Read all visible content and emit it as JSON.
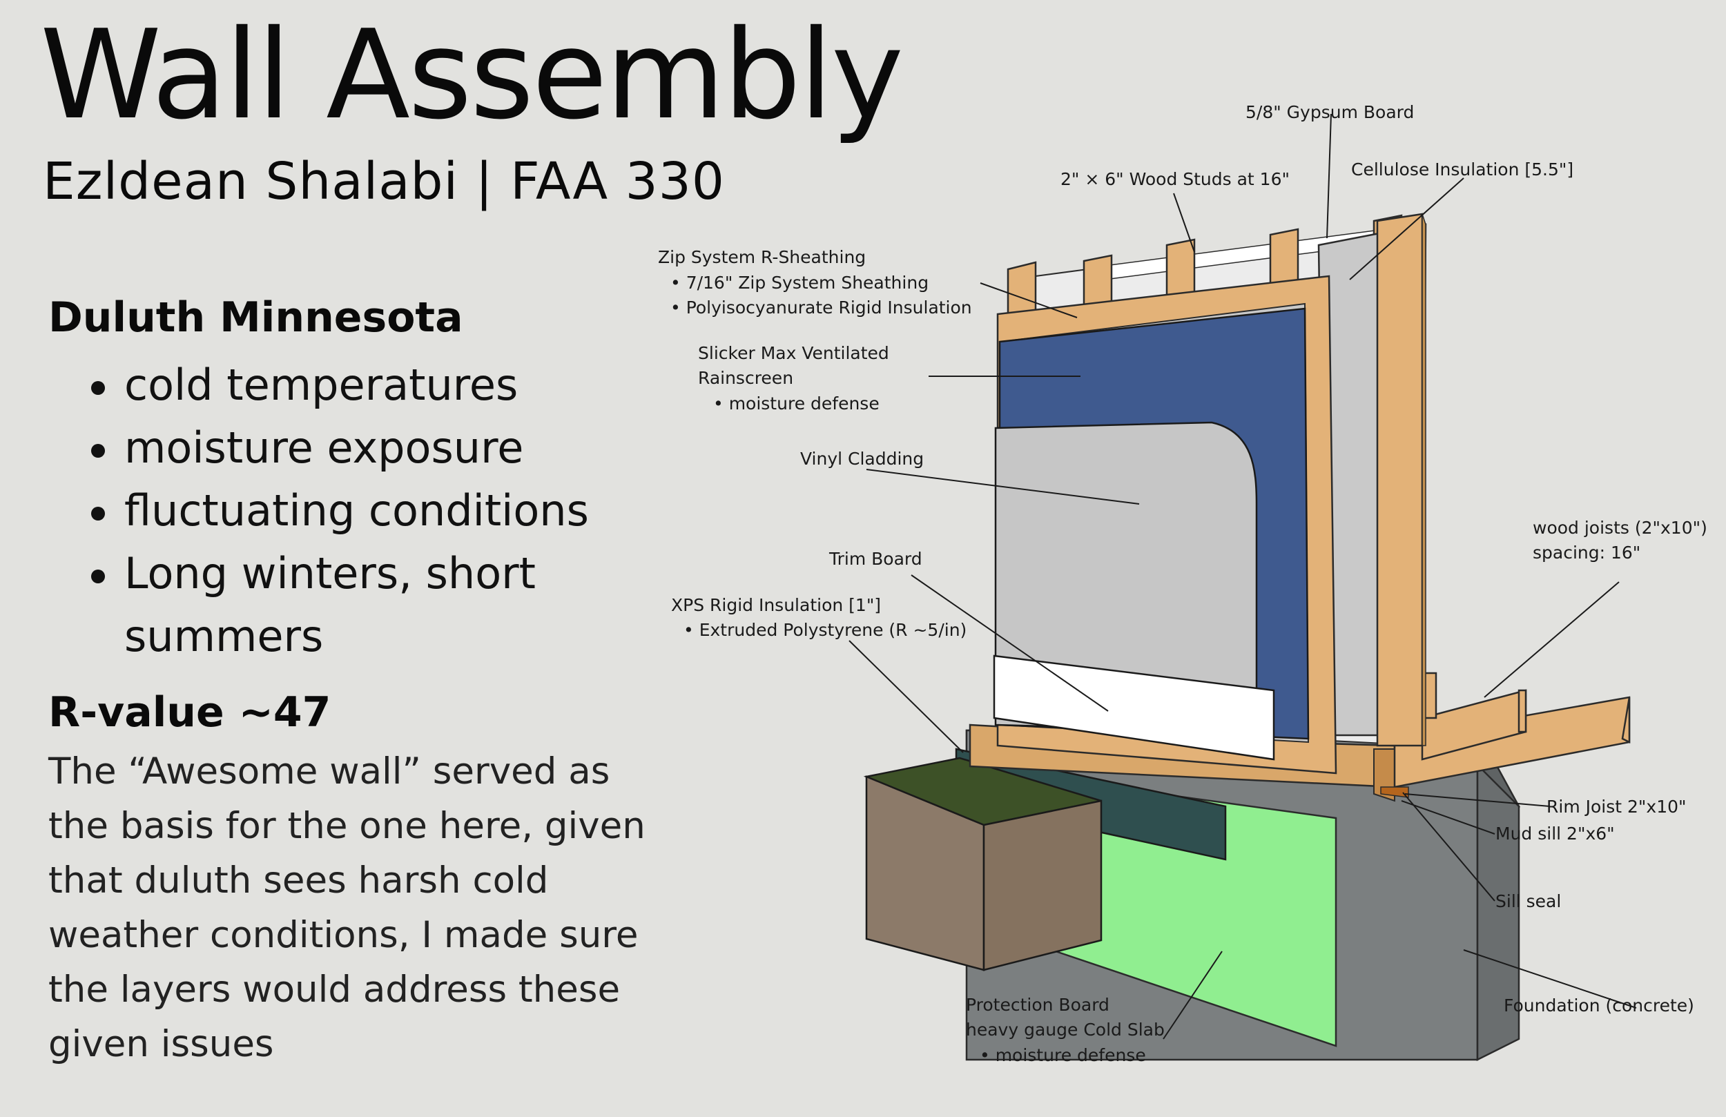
{
  "header": {
    "title": "Wall Assembly",
    "subtitle": "Ezldean Shalabi | FAA 330"
  },
  "context": {
    "location": "Duluth Minnesota",
    "conditions": [
      "cold temperatures",
      "moisture exposure",
      "fluctuating conditions",
      "Long winters, short summers"
    ],
    "rvalue": "R-value ~47",
    "description": "The “Awesome wall” served as the basis for the one here, given that duluth sees harsh cold weather conditions, I made sure the layers would address these given issues"
  },
  "diagram": {
    "labels": {
      "gypsum": "5/8\" Gypsum Board",
      "cellulose": "Cellulose Insulation [5.5\"]",
      "studs": "2\" × 6\" Wood Studs at 16\"",
      "zip_title": "Zip System R-Sheathing",
      "zip_item1": "•  7/16\" Zip System Sheathing",
      "zip_item2": "•  Polyisocyanurate Rigid Insulation",
      "slicker_line1": "Slicker Max Ventilated",
      "slicker_line2": "Rainscreen",
      "slicker_item": "•  moisture defense",
      "vinyl": "Vinyl Cladding",
      "trim": "Trim Board",
      "xps_title": "XPS Rigid Insulation [1\"]",
      "xps_item": "•  Extruded Polystyrene (R ~5/in)",
      "joists_line1": "wood joists (2\"x10\")",
      "joists_line2": "spacing: 16\"",
      "rim_joist": "Rim Joist 2\"x10\"",
      "mud_sill": "Mud sill 2\"x6\"",
      "sill_seal": "Sill seal",
      "foundation": "Foundation (concrete)",
      "protection_line1": "Protection Board",
      "protection_line2": "heavy gauge Cold Slab",
      "protection_item": "•  moisture defense"
    },
    "colors": {
      "background": "#e2e2df",
      "wood": "#e3b278",
      "rainscreen": "#3f5a8f",
      "vinyl": "#c6c6c6",
      "sheathing": "#c9c9c9",
      "protection_board": "#90ee90",
      "xps": "#2f4f4f",
      "soil": "#8c7a69",
      "grass": "#3d5127",
      "concrete": "#7b7f80"
    }
  }
}
